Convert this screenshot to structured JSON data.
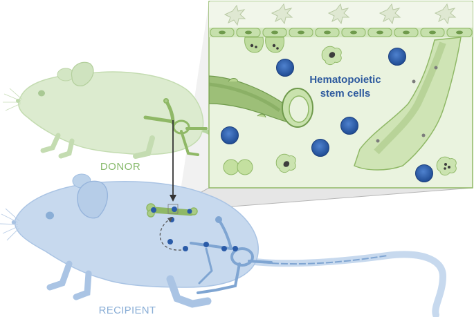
{
  "labels": {
    "donor": "DONOR",
    "recipient": "RECIPIENT",
    "hsc_line1": "Hematopoietic",
    "hsc_line2": "stem cells"
  },
  "colors": {
    "donor_green": "#86b96a",
    "donor_fill": "#dcebcf",
    "recipient_blue": "#8aaed6",
    "recipient_fill": "#c7d9ee",
    "hsc_blue": "#2a5ba8",
    "hsc_text": "#2e5a9e",
    "panel_bg": "#eaf3df",
    "bone_green": "#8fb866",
    "arrow": "#333333"
  },
  "icons": {
    "donor": "mouse-icon",
    "recipient": "mouse-icon",
    "bone": "bone-icon",
    "cell": "stem-cell-icon"
  }
}
